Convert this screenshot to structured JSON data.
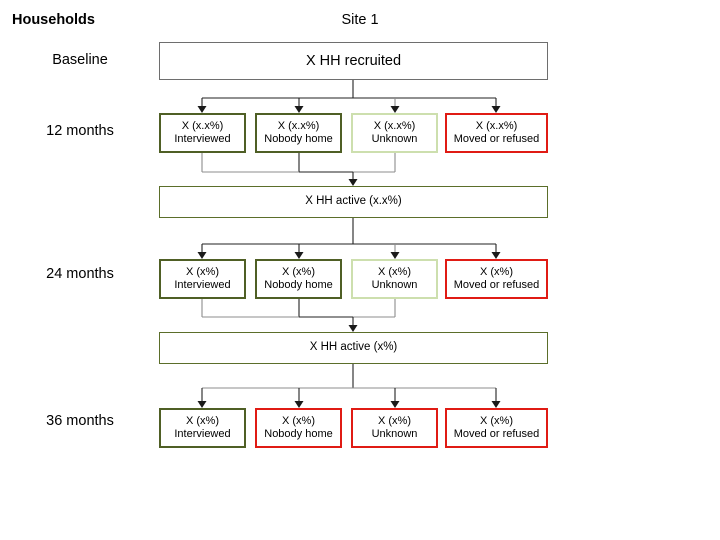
{
  "header": {
    "left_label": "Households",
    "site_title": "Site 1"
  },
  "row_labels": {
    "baseline": "Baseline",
    "months_12": "12 months",
    "months_24": "24 months",
    "months_36": "36 months"
  },
  "colors": {
    "dark_green": "#4f5f25",
    "light_green": "#cddfae",
    "red": "#e01b14",
    "gray_border": "#6e6e6e",
    "active_border": "#5b6e2a",
    "connector": "#222222",
    "connector_light": "#8d8d8d",
    "background": "#ffffff",
    "text": "#000000"
  },
  "nodes": {
    "recruited": {
      "label": "X HH recruited",
      "border": "gray"
    },
    "active_12": {
      "label": "X HH active (x.x%)",
      "border": "dark_green"
    },
    "active_24": {
      "label": "X HH active (x%)",
      "border": "dark_green"
    }
  },
  "rows": [
    {
      "id": "months-12",
      "label": "12 months",
      "boxes": [
        {
          "count": "X (x.x%)",
          "outcome": "Interviewed",
          "border": "dark_green"
        },
        {
          "count": "X (x.x%)",
          "outcome": "Nobody home",
          "border": "dark_green"
        },
        {
          "count": "X (x.x%)",
          "outcome": "Unknown",
          "border": "light_green"
        },
        {
          "count": "X (x.x%)",
          "outcome": "Moved or refused",
          "border": "red"
        }
      ]
    },
    {
      "id": "months-24",
      "label": "24 months",
      "boxes": [
        {
          "count": "X (x%)",
          "outcome": "Interviewed",
          "border": "dark_green"
        },
        {
          "count": "X (x%)",
          "outcome": "Nobody home",
          "border": "dark_green"
        },
        {
          "count": "X (x%)",
          "outcome": "Unknown",
          "border": "light_green"
        },
        {
          "count": "X (x%)",
          "outcome": "Moved or refused",
          "border": "red"
        }
      ]
    },
    {
      "id": "months-36",
      "label": "36 months",
      "boxes": [
        {
          "count": "X (x%)",
          "outcome": "Interviewed",
          "border": "dark_green"
        },
        {
          "count": "X (x%)",
          "outcome": "Nobody home",
          "border": "red"
        },
        {
          "count": "X (x%)",
          "outcome": "Unknown",
          "border": "red"
        },
        {
          "count": "X (x%)",
          "outcome": "Moved or refused",
          "border": "red"
        }
      ]
    }
  ]
}
